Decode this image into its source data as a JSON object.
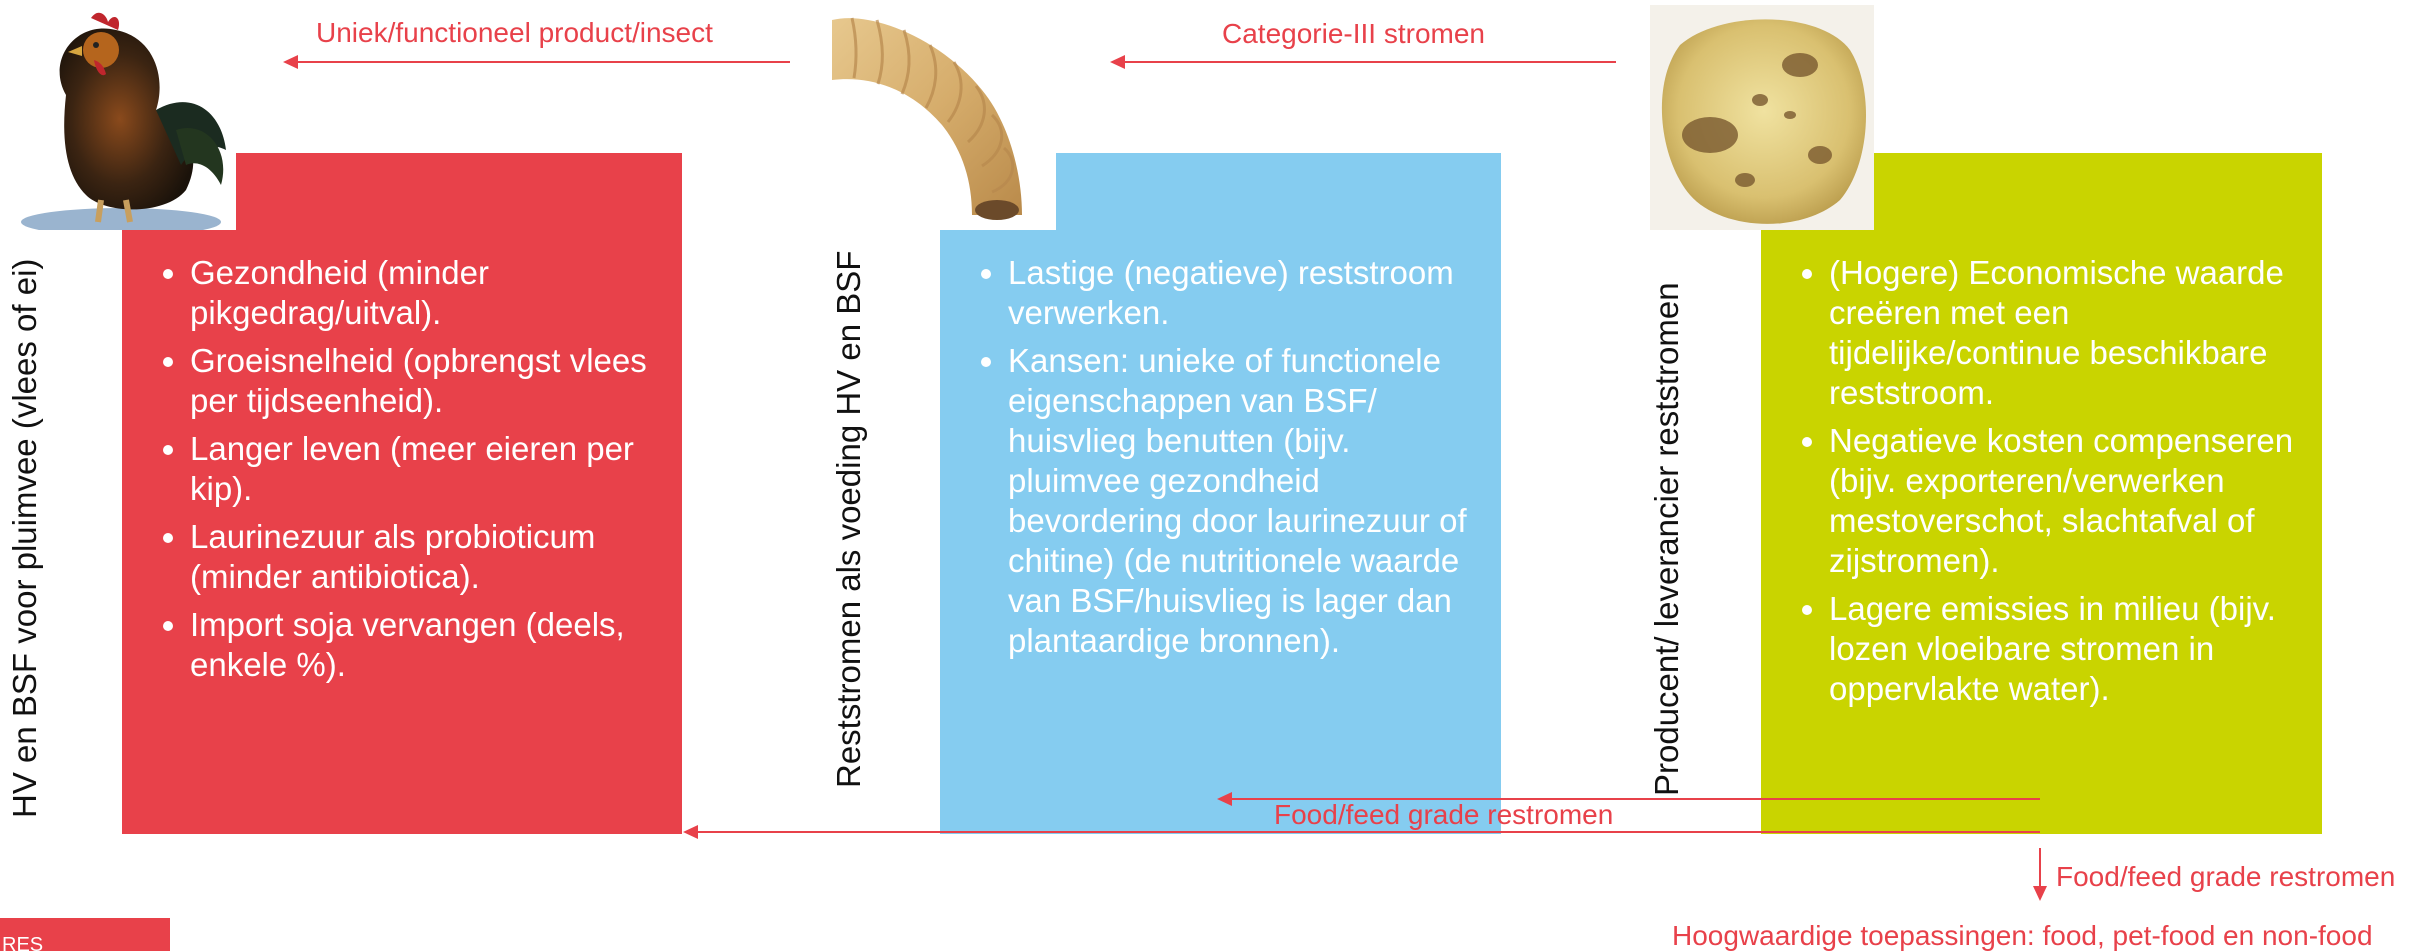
{
  "colors": {
    "accent_red": "#e8414a",
    "box_blue": "#85ccf0",
    "box_green": "#c9d400"
  },
  "labels": {
    "col1_vertical": "HV en BSF voor pluimvee (vlees of ei)",
    "col2_vertical": "Reststromen als voeding HV en BSF",
    "col3_vertical": "Producent/ leverancier reststromen"
  },
  "flows": {
    "top_left": "Uniek/functioneel product/insect",
    "top_right": "Categorie-III stromen",
    "bottom": "Food/feed grade restromen",
    "down_right": "Food/feed grade restromen",
    "bottom_right": "Hoogwaardige toepassingen: food, pet-food en non-food"
  },
  "boxes": {
    "red": [
      "Gezondheid (minder pikgedrag/uitval).",
      "Groeisnelheid (opbrengst vlees per tijdseenheid).",
      "Langer leven (meer eieren per kip).",
      "Laurinezuur als probioticum (minder antibiotica).",
      "Import soja vervangen (deels, enkele %)."
    ],
    "blue": [
      "Lastige (negatieve) reststroom verwerken.",
      "Kansen: unieke of functionele eigenschappen van BSF/ huisvlieg benutten (bijv. pluimvee gezondheid bevordering door laurinezuur of chitine) (de nutritionele waarde van BSF/huisvlieg is lager dan plantaardige bronnen)."
    ],
    "green": [
      "(Hogere) Economische waarde creëren met een tijdelijke/continue beschikbare reststroom.",
      "Negatieve kosten compenseren (bijv. exporteren/verwerken mestoverschot, slachtafval of zijstromen).",
      "Lagere emissies in milieu (bijv. lozen vloeibare stromen in oppervlakte water)."
    ]
  },
  "icons": {
    "photo1": "rooster-photo",
    "photo2": "larva-photo",
    "photo3": "potato-photo",
    "logo": "red-logo-tab"
  },
  "logo_text": "RES"
}
